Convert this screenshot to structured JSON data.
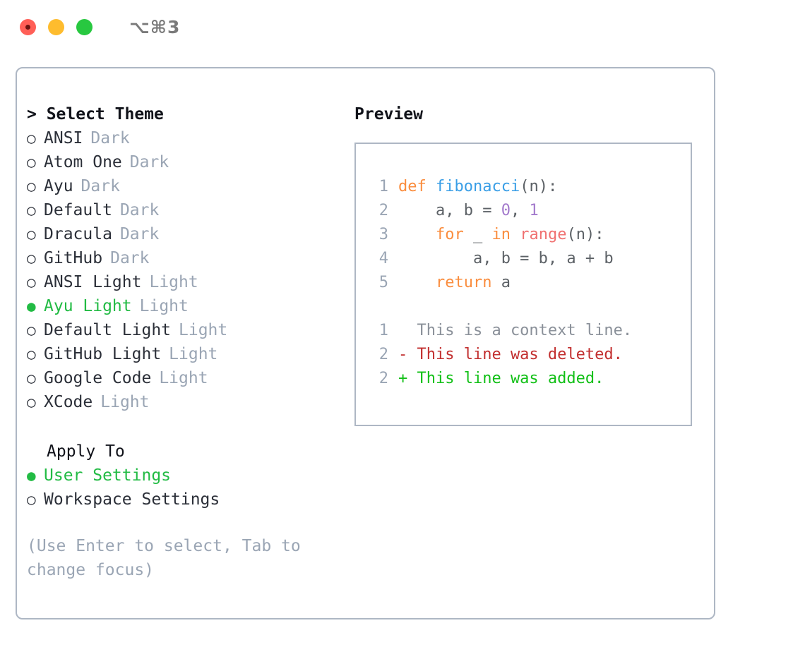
{
  "titlebar": {
    "lights": [
      "close",
      "minimize",
      "maximize"
    ],
    "shortcut": "⌥⌘3"
  },
  "theme_section": {
    "header": "> Select Theme",
    "items": [
      {
        "bullet": "○",
        "label": "ANSI",
        "badge": "Dark",
        "selected": false
      },
      {
        "bullet": "○",
        "label": "Atom One",
        "badge": "Dark",
        "selected": false
      },
      {
        "bullet": "○",
        "label": "Ayu",
        "badge": "Dark",
        "selected": false
      },
      {
        "bullet": "○",
        "label": "Default",
        "badge": "Dark",
        "selected": false
      },
      {
        "bullet": "○",
        "label": "Dracula",
        "badge": "Dark",
        "selected": false
      },
      {
        "bullet": "○",
        "label": "GitHub",
        "badge": "Dark",
        "selected": false
      },
      {
        "bullet": "○",
        "label": "ANSI Light",
        "badge": "Light",
        "selected": false
      },
      {
        "bullet": "●",
        "label": "Ayu Light",
        "badge": "Light",
        "selected": true
      },
      {
        "bullet": "○",
        "label": "Default Light",
        "badge": "Light",
        "selected": false
      },
      {
        "bullet": "○",
        "label": "GitHub Light",
        "badge": "Light",
        "selected": false
      },
      {
        "bullet": "○",
        "label": "Google Code",
        "badge": "Light",
        "selected": false
      },
      {
        "bullet": "○",
        "label": "XCode",
        "badge": "Light",
        "selected": false
      }
    ]
  },
  "apply_section": {
    "header": "Apply To",
    "items": [
      {
        "bullet": "●",
        "label": "User Settings",
        "selected": true
      },
      {
        "bullet": "○",
        "label": "Workspace Settings",
        "selected": false
      }
    ]
  },
  "hint": "(Use Enter to select, Tab to change focus)",
  "preview": {
    "title": "Preview",
    "code_lines": [
      {
        "num": "1",
        "tokens": [
          {
            "t": "def ",
            "c": "tok-kw"
          },
          {
            "t": "fibonacci",
            "c": "tok-fn"
          },
          {
            "t": "(n):",
            "c": "tok-punc"
          }
        ]
      },
      {
        "num": "2",
        "tokens": [
          {
            "t": "    a, b = ",
            "c": "tok-var"
          },
          {
            "t": "0",
            "c": "tok-num"
          },
          {
            "t": ", ",
            "c": "tok-punc"
          },
          {
            "t": "1",
            "c": "tok-num"
          }
        ]
      },
      {
        "num": "3",
        "tokens": [
          {
            "t": "    ",
            "c": "tok-var"
          },
          {
            "t": "for",
            "c": "tok-kw"
          },
          {
            "t": " _ ",
            "c": "tok-var"
          },
          {
            "t": "in",
            "c": "tok-kw"
          },
          {
            "t": " ",
            "c": "tok-var"
          },
          {
            "t": "range",
            "c": "tok-bi"
          },
          {
            "t": "(n):",
            "c": "tok-punc"
          }
        ]
      },
      {
        "num": "4",
        "tokens": [
          {
            "t": "        a, b = b, a + b",
            "c": "tok-var"
          }
        ]
      },
      {
        "num": "5",
        "tokens": [
          {
            "t": "    ",
            "c": "tok-var"
          },
          {
            "t": "return",
            "c": "tok-kw"
          },
          {
            "t": " a",
            "c": "tok-var"
          }
        ]
      }
    ],
    "diff_lines": [
      {
        "num": "1",
        "text": "  This is a context line.",
        "kind": "diff-ctx"
      },
      {
        "num": "2",
        "text": "- This line was deleted.",
        "kind": "diff-del"
      },
      {
        "num": "2",
        "text": "+ This line was added.",
        "kind": "diff-add"
      }
    ]
  },
  "colors": {
    "accent_green": "#22BB44",
    "border": "#aeb7c4",
    "muted": "#9aa5b4",
    "keyword": "#FA8D3E",
    "function": "#399EE6",
    "number": "#A37ACC",
    "builtin": "#F07171",
    "diff_added": "#12C017",
    "diff_deleted": "#C22F2F",
    "light_red": "#FF5F57",
    "light_yellow": "#FEBC2E",
    "light_green": "#28C840"
  }
}
